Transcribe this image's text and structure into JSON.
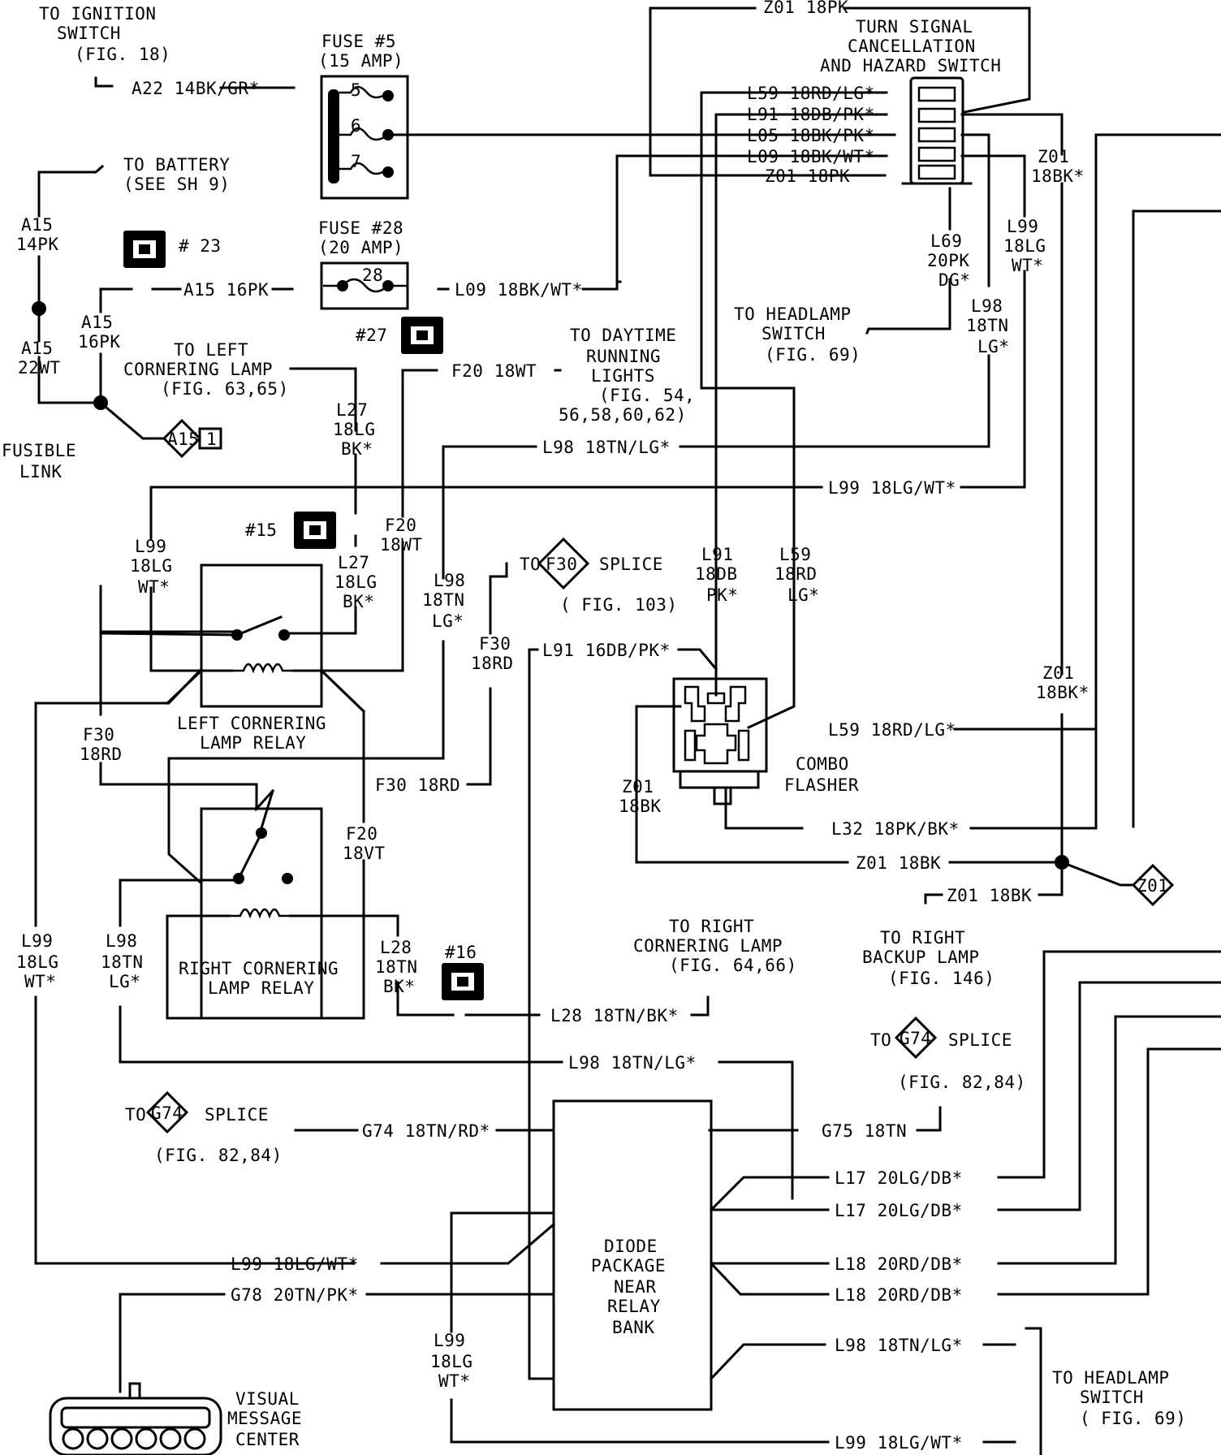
{
  "labels": {
    "ign1": "TO IGNITION",
    "ign2": "SWITCH",
    "ign3": "(FIG. 18)",
    "a22": "A22 14BK/GR*",
    "fuse5a": "FUSE #5",
    "fuse5b": "(15 AMP)",
    "f5": "5",
    "f6": "6",
    "f7": "7",
    "z01top": "Z01 18PK",
    "tsc1": "TURN SIGNAL",
    "tsc2": "CANCELLATION",
    "tsc3": "AND HAZARD SWITCH",
    "l59a": "L59 18RD/LG*",
    "l91a": "L91 18DB/PK*",
    "l05": "L05 18BK/PK*",
    "l09a": "L09 18BK/WT*",
    "z01b": "Z01 18PK",
    "z01r1": "Z01",
    "z01r2": "18BK*",
    "bat1": "TO BATTERY",
    "bat2": "(SEE SH 9)",
    "a15a": "A15",
    "a15b": "14PK",
    "c23": "# 23",
    "fuse28a": "FUSE #28",
    "fuse28b": "(20 AMP)",
    "f28": "28",
    "a15c": "A15 16PK",
    "l09b": "L09 18BK/WT*",
    "l69a": "L69",
    "l69b": "20PK",
    "l69c": "DG*",
    "l99a": "L99",
    "l99b": "18LG",
    "l99c": "WT*",
    "hs1": "TO HEADLAMP",
    "hs2": "SWITCH",
    "hs3": "(FIG. 69)",
    "l98a": "L98",
    "l98b": "18TN",
    "l98c": "LG*",
    "a15d": "A15",
    "a15e": "16PK",
    "a15f": "A15",
    "a15g": "22WT",
    "lc1": "TO LEFT",
    "lc2": "CORNERING LAMP",
    "lc3": "(FIG. 63,65)",
    "c27": "#27",
    "f20a": "F20 18WT",
    "drl1": "TO DAYTIME",
    "drl2": "RUNNING",
    "drl3": "LIGHTS",
    "drl4": "(FIG. 54,",
    "drl5": "56,58,60,62)",
    "fl1": "FUSIBLE",
    "fl2": "LINK",
    "a15sp": "A15",
    "a15sp2": "1",
    "l27a": "L27",
    "l27b": "18LG",
    "l27c": "BK*",
    "l98d": "L98 18TN/LG*",
    "l99d": "L99 18LG/WT*",
    "c15": "#15",
    "f20b": "F20",
    "f20c": "18WT",
    "l27d": "L27",
    "l27e": "18LG",
    "l27f": "BK*",
    "l99e": "L99",
    "l99f": "18LG",
    "l99g": "WT*",
    "l98e": "L98",
    "l98f": "18TN",
    "l98g": "LG*",
    "tof30": "TO",
    "f30sp": "F30",
    "splice1": "SPLICE",
    "fig103": "( FIG. 103)",
    "l91b": "L91",
    "l91c": "18DB",
    "l91d": "PK*",
    "l59b": "L59",
    "l59c": "18RD",
    "l59d": "LG*",
    "f30a": "F30",
    "f30b": "18RD",
    "l91e": "L91 16DB/PK*",
    "lcr1": "LEFT CORNERING",
    "lcr2": "LAMP RELAY",
    "z01c": "Z01",
    "z01d": "18BK*",
    "f30c": "F30",
    "f30d": "18RD",
    "l59e": "L59 18RD/LG*",
    "cf1": "COMBO",
    "cf2": "FLASHER",
    "f30e": "F30 18RD",
    "z01e": "Z01",
    "z01f": "18BK",
    "l32": "L32 18PK/BK*",
    "f20d": "F20",
    "f20e": "18VT",
    "z01g": "Z01 18BK",
    "z01sp": "Z01",
    "z01h": "Z01 18BK",
    "rb1": "TO RIGHT",
    "rb2": "BACKUP LAMP",
    "rb3": "(FIG. 146)",
    "l99h": "L99",
    "l99i": "18LG",
    "l99j": "WT*",
    "l98h": "L98",
    "l98i": "18TN",
    "l98j": "LG*",
    "l28a": "L28",
    "l28b": "18TN",
    "l28c": "BK*",
    "c16": "#16",
    "rcr1": "RIGHT CORNERING",
    "rcr2": "LAMP RELAY",
    "rc1": "TO RIGHT",
    "rc2": "CORNERING LAMP",
    "rc3": "(FIG. 64,66)",
    "l28d": "L28 18TN/BK*",
    "tog74a": "TO",
    "g74spa": "G74",
    "splice2": "SPLICE",
    "fig8284a": "(FIG. 82,84)",
    "l98k": "L98 18TN/LG*",
    "tog74b": "TO",
    "g74spb": "G74",
    "splice3": "SPLICE",
    "fig8284b": "(FIG. 82,84)",
    "g74": "G74 18TN/RD*",
    "g75": "G75 18TN",
    "l17a": "L17 20LG/DB*",
    "l17b": "L17 20LG/DB*",
    "dp1": "DIODE",
    "dp2": "PACKAGE",
    "dp3": "NEAR",
    "dp4": "RELAY",
    "dp5": "BANK",
    "l99k": "L99 18LG/WT*",
    "l18a": "L18 20RD/DB*",
    "g78": "G78 20TN/PK*",
    "l18b": "L18 20RD/DB*",
    "l99l": "L99",
    "l99m": "18LG",
    "l99n": "WT*",
    "l98l": "L98 18TN/LG*",
    "hs4": "TO HEADLAMP",
    "hs5": "SWITCH",
    "hs6": "( FIG. 69)",
    "vmc1": "VISUAL",
    "vmc2": "MESSAGE",
    "vmc3": "CENTER",
    "l99o": "L99 18LG/WT*"
  }
}
